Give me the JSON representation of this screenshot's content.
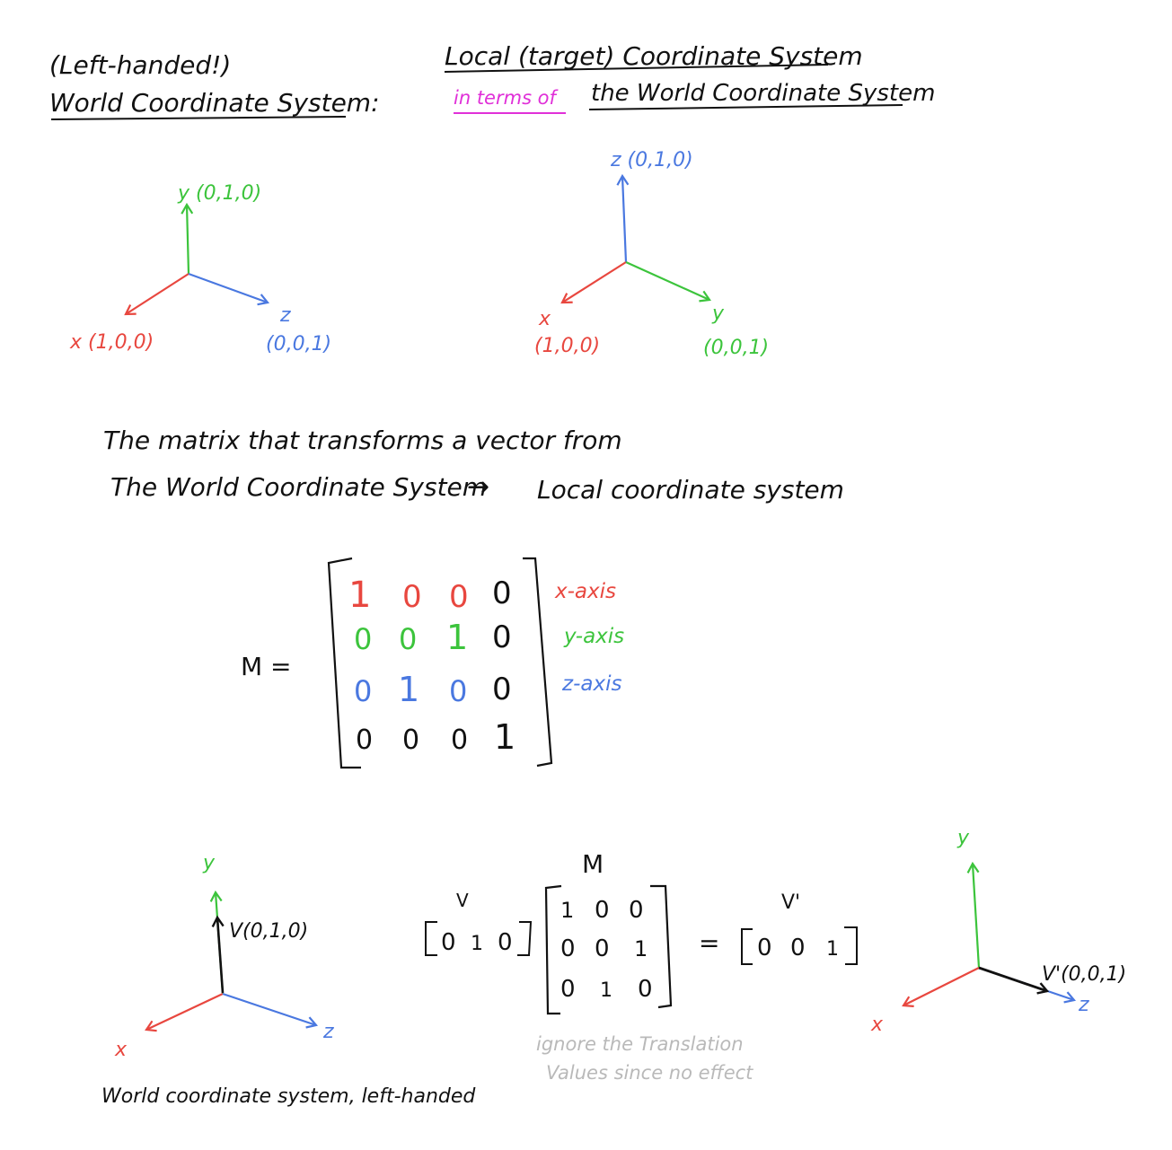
{
  "colors": {
    "x": "#e8473f",
    "y": "#3cc43c",
    "z": "#4a78e0",
    "ink": "#111111",
    "magenta": "#e030d8",
    "note": "#b9b9b9"
  },
  "world_title": {
    "line1": "(Left-handed!)",
    "line2": "World Coordinate System:"
  },
  "local_title": {
    "line1": "Local (target) Coordinate System",
    "line2_prefix": "in terms of",
    "line2_rest": "the World Coordinate System"
  },
  "world_axes": {
    "y_label": "y (0,1,0)",
    "x_label": "x (1,0,0)",
    "z_label": "z",
    "z_coords": "(0,0,1)"
  },
  "local_axes": {
    "z_label": "z (0,1,0)",
    "x_label": "x",
    "x_coords": "(1,0,0)",
    "y_label": "y",
    "y_coords": "(0,0,1)"
  },
  "description": {
    "line1": "The matrix that transforms a vector from",
    "line2_left": "The World Coordinate System",
    "arrow": "→",
    "line2_right": "Local coordinate system"
  },
  "matrix": {
    "label": "M =",
    "rows": [
      [
        "1",
        "0",
        "0",
        "0"
      ],
      [
        "0",
        "0",
        "1",
        "0"
      ],
      [
        "0",
        "1",
        "0",
        "0"
      ],
      [
        "0",
        "0",
        "0",
        "1"
      ]
    ],
    "row_labels": [
      "x-axis",
      "y-axis",
      "z-axis"
    ]
  },
  "example_world": {
    "y": "y",
    "x": "x",
    "z": "z",
    "v_label": "V(0,1,0)",
    "caption": "World coordinate system, left-handed"
  },
  "equation": {
    "m_label": "M",
    "v_label": "V",
    "v_values": [
      "0",
      "1",
      "0"
    ],
    "m_rows": [
      [
        "1",
        "0",
        "0"
      ],
      [
        "0",
        "0",
        "1"
      ],
      [
        "0",
        "1",
        "0"
      ]
    ],
    "equals": "=",
    "vp_label": "V'",
    "vp_values": [
      "0",
      "0",
      "1"
    ],
    "note_line1": "ignore the Translation",
    "note_line2": "Values since no effect"
  },
  "example_result": {
    "y": "y",
    "x": "x",
    "z": "z",
    "vp_label": "V'(0,0,1)"
  }
}
